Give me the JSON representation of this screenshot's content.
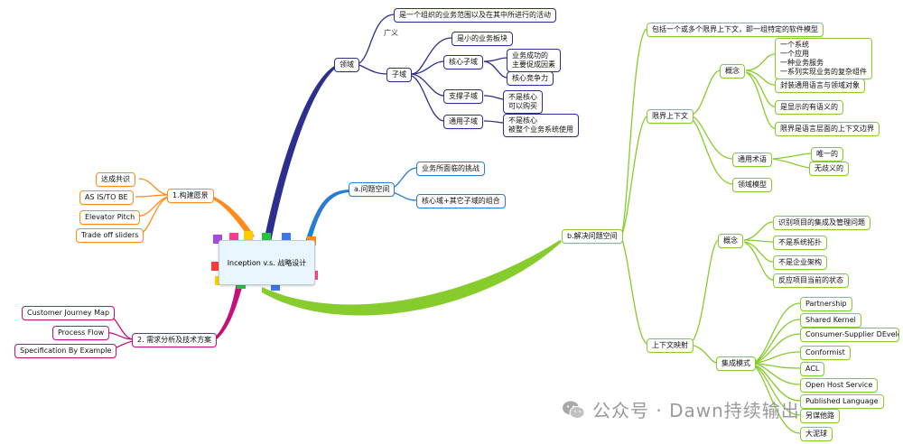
{
  "center": "Inception v.s. 战略设计",
  "branches": {
    "domain": {
      "label": "领域",
      "definition": "是一个组织的业务范围以及在其中所进行的活动",
      "broad_sense": "广义",
      "subdomain": {
        "label": "子域",
        "definition": "是小的业务板块",
        "core": {
          "label": "核心子域",
          "success": "业务成功的\n主要促成因素",
          "competitiveness": "核心竞争力"
        },
        "supporting": {
          "label": "支撑子域",
          "note": "不是核心\n可以购买"
        },
        "generic": {
          "label": "通用子域",
          "note": "不是核心\n被整个业务系统使用"
        }
      }
    },
    "problem_space": {
      "label": "a.问题空间",
      "challenge": "业务所面临的挑战",
      "combination": "核心域+其它子域的组合"
    },
    "vision": {
      "label": "1.构建愿景",
      "items": [
        "达成共识",
        "AS IS/TO BE",
        "Elevator Pitch",
        "Trade off sliders"
      ]
    },
    "analysis": {
      "label": "2. 需求分析及技术方案",
      "items": [
        "Customer Journey Map",
        "Process Flow",
        "Specification By Example"
      ]
    },
    "solution_space": {
      "label": "b.解决问题空间",
      "model": "包括一个或多个限界上下文，即一组特定的软件模型",
      "bounded_context": {
        "label": "限界上下文",
        "concept": "概念",
        "concept_items": [
          "一个系统\n一个应用\n一种业务服务\n一系列实现业务的复杂组件",
          "封装通用语言与领域对象",
          "是显示的有语义的",
          "限界是语言层面的上下文边界"
        ],
        "terms": "通用术语",
        "term_items": [
          "唯一的",
          "无歧义的"
        ],
        "domain_model": "领域模型"
      },
      "context_map": {
        "label": "上下文映射",
        "concept": "概念",
        "concept_items": [
          "识别项目的集成及管理问题",
          "不是系统拓扑",
          "不是企业架构",
          "反应项目当前的状态"
        ],
        "integration": "集成模式",
        "patterns": [
          "Partnership",
          "Shared Kernel",
          "Consumer-Supplier DEvelo",
          "Conformist",
          "ACL",
          "Open Host Service",
          "Published Language",
          "另谋他路",
          "大泥球"
        ]
      }
    }
  },
  "watermark": "公众号 · Dawn持续输出",
  "colors": {
    "navy": "#2b2f8f",
    "blue": "#2a7bd3",
    "green": "#86cc2c",
    "orange": "#ff8c1a",
    "magenta": "#c4107a"
  }
}
